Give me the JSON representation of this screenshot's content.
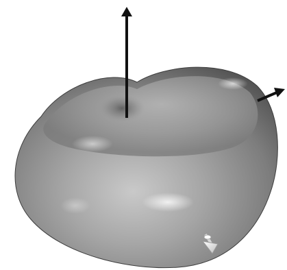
{
  "scene": {
    "object": "cardioid-surface",
    "surface_color": "#8c8c8c",
    "highlight_color": "#f2f2f2",
    "shadow_color": "#3a3a3a",
    "background_color": "#ffffff",
    "axes": [
      {
        "name": "vertical-axis-arrow",
        "color": "#111111",
        "icon": "up-arrow-icon"
      },
      {
        "name": "horizontal-axis-arrow",
        "color": "#111111",
        "icon": "right-arrow-icon"
      },
      {
        "name": "depth-axis-arrow",
        "color": "#e6e6e6",
        "icon": "down-arrow-icon"
      }
    ]
  }
}
